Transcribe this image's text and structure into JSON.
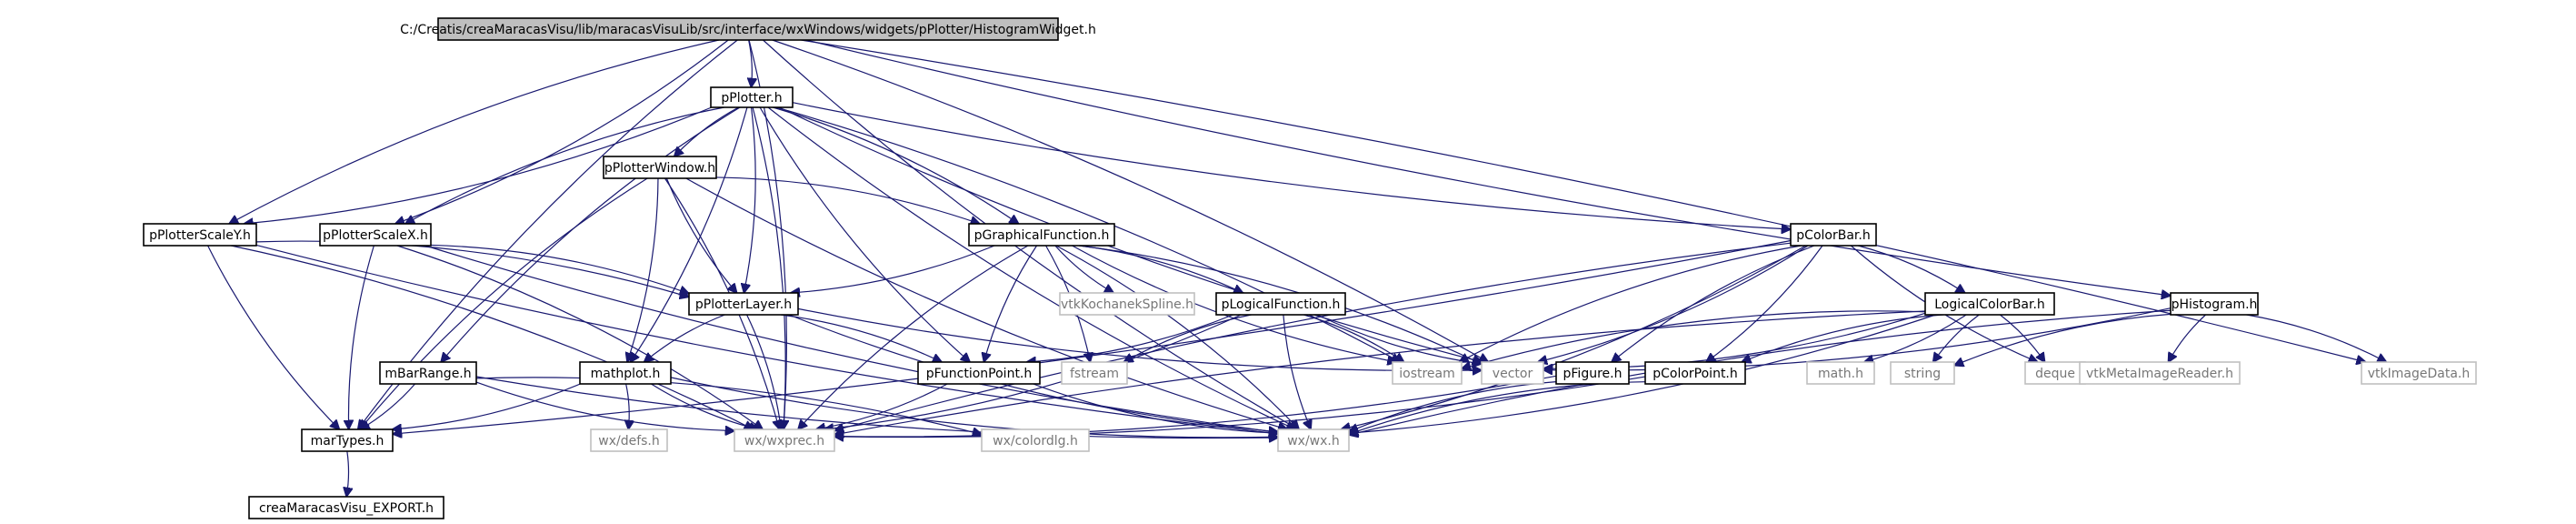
{
  "diagram": {
    "root": "src",
    "nodes": [
      {
        "id": "src",
        "label": "C:/Creatis/creaMaracasVisu/lib/maracasVisuLib/src/interface/wxWindows/widgets/pPlotter/HistogramWidget.h",
        "kind": "root"
      },
      {
        "id": "pPlotter",
        "label": "pPlotter.h",
        "kind": "local"
      },
      {
        "id": "pPlotterWindow",
        "label": "pPlotterWindow.h",
        "kind": "local"
      },
      {
        "id": "pPlotterScaleY",
        "label": "pPlotterScaleY.h",
        "kind": "local"
      },
      {
        "id": "pPlotterScaleX",
        "label": "pPlotterScaleX.h",
        "kind": "local"
      },
      {
        "id": "pGraphicalFunction",
        "label": "pGraphicalFunction.h",
        "kind": "local"
      },
      {
        "id": "pColorBar",
        "label": "pColorBar.h",
        "kind": "local"
      },
      {
        "id": "pPlotterLayer",
        "label": "pPlotterLayer.h",
        "kind": "local"
      },
      {
        "id": "vtkKochanekSpline",
        "label": "vtkKochanekSpline.h",
        "kind": "external"
      },
      {
        "id": "pLogicalFunction",
        "label": "pLogicalFunction.h",
        "kind": "local"
      },
      {
        "id": "LogicalColorBar",
        "label": "LogicalColorBar.h",
        "kind": "local"
      },
      {
        "id": "pHistogram",
        "label": "pHistogram.h",
        "kind": "local"
      },
      {
        "id": "mBarRange",
        "label": "mBarRange.h",
        "kind": "local"
      },
      {
        "id": "mathplot",
        "label": "mathplot.h",
        "kind": "local"
      },
      {
        "id": "pFunctionPoint",
        "label": "pFunctionPoint.h",
        "kind": "local"
      },
      {
        "id": "fstream",
        "label": "fstream",
        "kind": "external"
      },
      {
        "id": "iostream",
        "label": "iostream",
        "kind": "external"
      },
      {
        "id": "vector",
        "label": "vector",
        "kind": "external"
      },
      {
        "id": "pFigure",
        "label": "pFigure.h",
        "kind": "local"
      },
      {
        "id": "pColorPoint",
        "label": "pColorPoint.h",
        "kind": "local"
      },
      {
        "id": "mathh",
        "label": "math.h",
        "kind": "external"
      },
      {
        "id": "string",
        "label": "string",
        "kind": "external"
      },
      {
        "id": "deque",
        "label": "deque",
        "kind": "external"
      },
      {
        "id": "vtkMetaImageReader",
        "label": "vtkMetaImageReader.h",
        "kind": "external"
      },
      {
        "id": "vtkImageData",
        "label": "vtkImageData.h",
        "kind": "external"
      },
      {
        "id": "marTypes",
        "label": "marTypes.h",
        "kind": "local"
      },
      {
        "id": "wxdefs",
        "label": "wx/defs.h",
        "kind": "external"
      },
      {
        "id": "wxprec",
        "label": "wx/wxprec.h",
        "kind": "external"
      },
      {
        "id": "colordlg",
        "label": "wx/colordlg.h",
        "kind": "external"
      },
      {
        "id": "wxwx",
        "label": "wx/wx.h",
        "kind": "external"
      },
      {
        "id": "export",
        "label": "creaMaracasVisu_EXPORT.h",
        "kind": "local"
      }
    ],
    "edges": [
      [
        "src",
        "pPlotter"
      ],
      [
        "src",
        "pPlotterScaleY"
      ],
      [
        "src",
        "pPlotterScaleX"
      ],
      [
        "src",
        "pHistogram"
      ],
      [
        "src",
        "vtkImageData"
      ],
      [
        "src",
        "marTypes"
      ],
      [
        "src",
        "wxprec"
      ],
      [
        "src",
        "wxwx"
      ],
      [
        "src",
        "vector"
      ],
      [
        "pPlotter",
        "pPlotterWindow"
      ],
      [
        "pPlotter",
        "pPlotterScaleY"
      ],
      [
        "pPlotter",
        "pPlotterScaleX"
      ],
      [
        "pPlotter",
        "pGraphicalFunction"
      ],
      [
        "pPlotter",
        "pColorBar"
      ],
      [
        "pPlotter",
        "pPlotterLayer"
      ],
      [
        "pPlotter",
        "mBarRange"
      ],
      [
        "pPlotter",
        "mathplot"
      ],
      [
        "pPlotter",
        "pFunctionPoint"
      ],
      [
        "pPlotter",
        "iostream"
      ],
      [
        "pPlotter",
        "vector"
      ],
      [
        "pPlotter",
        "wxprec"
      ],
      [
        "pPlotter",
        "wxwx"
      ],
      [
        "pPlotterWindow",
        "pGraphicalFunction"
      ],
      [
        "pPlotterWindow",
        "pPlotterLayer"
      ],
      [
        "pPlotterWindow",
        "mathplot"
      ],
      [
        "pPlotterWindow",
        "marTypes"
      ],
      [
        "pPlotterWindow",
        "wxprec"
      ],
      [
        "pPlotterWindow",
        "wxwx"
      ],
      [
        "pPlotterScaleY",
        "pPlotterLayer"
      ],
      [
        "pPlotterScaleY",
        "marTypes"
      ],
      [
        "pPlotterScaleY",
        "wxprec"
      ],
      [
        "pPlotterScaleY",
        "wxwx"
      ],
      [
        "pPlotterScaleX",
        "pPlotterLayer"
      ],
      [
        "pPlotterScaleX",
        "marTypes"
      ],
      [
        "pPlotterScaleX",
        "wxprec"
      ],
      [
        "pPlotterScaleX",
        "wxwx"
      ],
      [
        "pGraphicalFunction",
        "pPlotterLayer"
      ],
      [
        "pGraphicalFunction",
        "vtkKochanekSpline"
      ],
      [
        "pGraphicalFunction",
        "pLogicalFunction"
      ],
      [
        "pGraphicalFunction",
        "pFunctionPoint"
      ],
      [
        "pGraphicalFunction",
        "fstream"
      ],
      [
        "pGraphicalFunction",
        "iostream"
      ],
      [
        "pGraphicalFunction",
        "vector"
      ],
      [
        "pGraphicalFunction",
        "wxprec"
      ],
      [
        "pGraphicalFunction",
        "wxwx"
      ],
      [
        "pPlotterLayer",
        "mathplot"
      ],
      [
        "pPlotterLayer",
        "pFunctionPoint"
      ],
      [
        "pPlotterLayer",
        "vector"
      ],
      [
        "pPlotterLayer",
        "wxprec"
      ],
      [
        "pPlotterLayer",
        "wxwx"
      ],
      [
        "pLogicalFunction",
        "pFunctionPoint"
      ],
      [
        "pLogicalFunction",
        "fstream"
      ],
      [
        "pLogicalFunction",
        "iostream"
      ],
      [
        "pLogicalFunction",
        "vector"
      ],
      [
        "pLogicalFunction",
        "wxprec"
      ],
      [
        "pLogicalFunction",
        "wxwx"
      ],
      [
        "pColorBar",
        "LogicalColorBar"
      ],
      [
        "pColorBar",
        "pFigure"
      ],
      [
        "pColorBar",
        "pColorPoint"
      ],
      [
        "pColorBar",
        "iostream"
      ],
      [
        "pColorBar",
        "vector"
      ],
      [
        "pColorBar",
        "deque"
      ],
      [
        "pColorBar",
        "marTypes"
      ],
      [
        "pColorBar",
        "wxprec"
      ],
      [
        "pColorBar",
        "wxwx"
      ],
      [
        "LogicalColorBar",
        "pColorPoint"
      ],
      [
        "LogicalColorBar",
        "mathh"
      ],
      [
        "LogicalColorBar",
        "string"
      ],
      [
        "LogicalColorBar",
        "deque"
      ],
      [
        "LogicalColorBar",
        "iostream"
      ],
      [
        "LogicalColorBar",
        "vector"
      ],
      [
        "LogicalColorBar",
        "wxprec"
      ],
      [
        "LogicalColorBar",
        "wxwx"
      ],
      [
        "pHistogram",
        "vtkMetaImageReader"
      ],
      [
        "pHistogram",
        "vtkImageData"
      ],
      [
        "pHistogram",
        "string"
      ],
      [
        "pHistogram",
        "vector"
      ],
      [
        "pHistogram",
        "wxwx"
      ],
      [
        "mBarRange",
        "marTypes"
      ],
      [
        "mBarRange",
        "wxprec"
      ],
      [
        "mBarRange",
        "colordlg"
      ],
      [
        "mBarRange",
        "wxwx"
      ],
      [
        "mathplot",
        "wxdefs"
      ],
      [
        "mathplot",
        "wxprec"
      ],
      [
        "mathplot",
        "marTypes"
      ],
      [
        "mathplot",
        "wxwx"
      ],
      [
        "pFunctionPoint",
        "wxprec"
      ],
      [
        "pFunctionPoint",
        "wxwx"
      ],
      [
        "pFigure",
        "wxprec"
      ],
      [
        "pFigure",
        "wxwx"
      ],
      [
        "pColorPoint",
        "wxprec"
      ],
      [
        "pColorPoint",
        "wxwx"
      ],
      [
        "marTypes",
        "export"
      ]
    ]
  },
  "colors": {
    "edge": "#191970",
    "root_fill": "#bfbfbf",
    "local_border": "#000000",
    "external_border": "#bfbfbf",
    "external_text": "#777777",
    "node_fill": "#ffffff"
  }
}
